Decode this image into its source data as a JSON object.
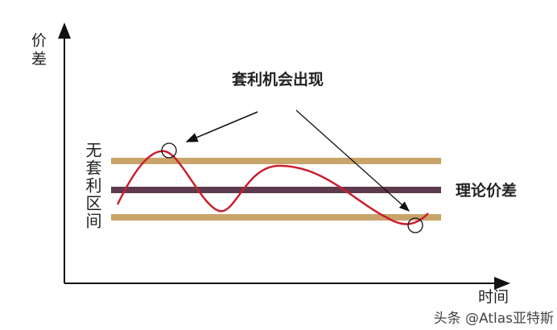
{
  "y_axis_label": "价差",
  "x_axis_label": "时间",
  "annotation": "套利机会出现",
  "band_label": "无套利区间",
  "theory_label": "理论价差",
  "watermark": "头条 @Atlas亚特斯",
  "colors": {
    "band": "#c9a46a",
    "theory": "#5e3a4e",
    "curve": "#c8202e",
    "axis": "#111111"
  }
}
